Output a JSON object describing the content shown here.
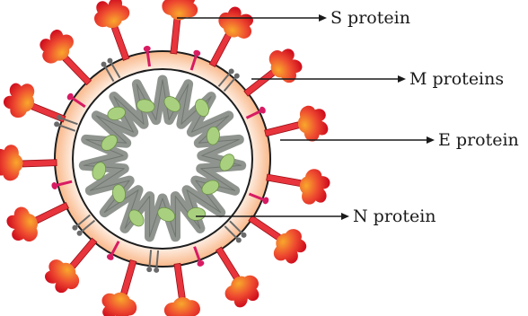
{
  "labels": {
    "s_protein": "S protein",
    "m_proteins": "M proteins",
    "e_protein": "E protein",
    "n_protein": "N protein"
  },
  "colors": {
    "envelope_fill": "#f9b88a",
    "envelope_stroke": "#1e1e1e",
    "spike_stalk": "#e8343c",
    "spike_head_outer": "#d4101e",
    "spike_head_inner": "#f7a02a",
    "e_protein": "#d81b62",
    "m_protein": "#6a6a6a",
    "rna": "#8f948f",
    "n_protein": "#a9d07f"
  }
}
